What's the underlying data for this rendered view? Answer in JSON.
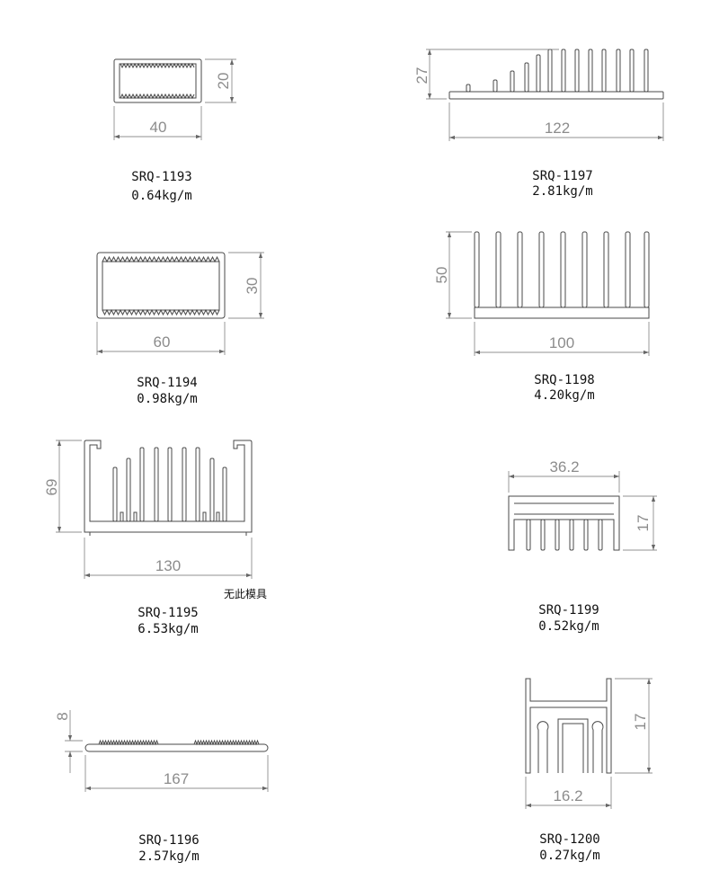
{
  "products": [
    {
      "model": "SRQ-1193",
      "weight": "0.64kg/m",
      "width": "40",
      "height": "20"
    },
    {
      "model": "SRQ-1197",
      "weight": "2.81kg/m",
      "width": "122",
      "height": "27"
    },
    {
      "model": "SRQ-1194",
      "weight": "0.98kg/m",
      "width": "60",
      "height": "30"
    },
    {
      "model": "SRQ-1198",
      "weight": "4.20kg/m",
      "width": "100",
      "height": "50"
    },
    {
      "model": "SRQ-1195",
      "weight": "6.53kg/m",
      "width": "130",
      "height": "69",
      "note": "无此模具"
    },
    {
      "model": "SRQ-1199",
      "weight": "0.52kg/m",
      "width": "36.2",
      "height": "17"
    },
    {
      "model": "SRQ-1196",
      "weight": "2.57kg/m",
      "width": "167",
      "height": "8"
    },
    {
      "model": "SRQ-1200",
      "weight": "0.27kg/m",
      "width": "16.2",
      "height": "17"
    }
  ],
  "colors": {
    "outline": "#4a4a4a",
    "dimension": "#6e6e6e",
    "dimension_text": "#8c8c8c",
    "label": "#111111"
  }
}
